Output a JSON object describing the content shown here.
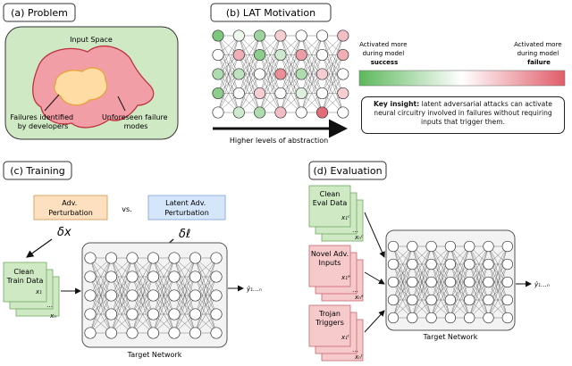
{
  "panel_a": {
    "title": "(a) Problem",
    "input_space_label": "Input Space",
    "known_failures_label": [
      "Failures identified",
      "by developers"
    ],
    "unforeseen_label": [
      "Unforeseen failure",
      "modes"
    ]
  },
  "panel_b": {
    "title": "(b) LAT Motivation",
    "axis_label": "Higher levels of abstraction",
    "success_label": [
      "Activated more",
      "during model",
      "success"
    ],
    "failure_label": [
      "Activated more",
      "during model",
      "failure"
    ],
    "insight_heading": "Key insight:",
    "insight_body": "latent adversarial attacks can activate neural circuitry involved in failures without requiring inputs that trigger them.",
    "colors": {
      "success": "#5cb85c",
      "neutral": "#ffffff",
      "failure": "#e05c6a"
    },
    "node_activations": [
      [
        0.8,
        0.1,
        0.6,
        -0.3,
        0.0,
        0.0,
        -0.4
      ],
      [
        0.0,
        -0.5,
        0.7,
        0.3,
        -0.6,
        0.0,
        -0.5
      ],
      [
        0.5,
        0.4,
        0.0,
        -0.7,
        0.5,
        -0.3,
        0.0
      ],
      [
        0.7,
        0.0,
        -0.3,
        0.0,
        0.2,
        0.0,
        -0.3
      ],
      [
        0.0,
        0.3,
        0.5,
        -0.4,
        0.0,
        -0.9,
        0.0
      ]
    ]
  },
  "panel_c": {
    "title": "(c) Training",
    "adv_label": [
      "Adv.",
      "Perturbation"
    ],
    "vs_label": "vs.",
    "latent_label": [
      "Latent Adv.",
      "Perturbation"
    ],
    "delta_x": "δx",
    "delta_l": "δℓ",
    "data_label": [
      "Clean",
      "Train Data"
    ],
    "data_x1": "x₁",
    "data_dots": "…",
    "data_xn": "xₙ",
    "output_label": "ŷ₁…ₙ",
    "network_label": "Target Network",
    "colors": {
      "adv": "#fde0c0",
      "latent": "#d5e6fa",
      "data": "#cfe9c4"
    }
  },
  "panel_d": {
    "title": "(d) Evaluation",
    "datasets": [
      {
        "lines": [
          "Clean",
          "Eval Data"
        ],
        "x1": "x₁ᶜ",
        "xn": "xₙᶜ",
        "color": "#cfe9c4"
      },
      {
        "lines": [
          "Novel Adv.",
          "Inputs"
        ],
        "x1": "x₁ᵃ",
        "xn": "xₙᵃ",
        "color": "#f6c9cb"
      },
      {
        "lines": [
          "Trojan",
          "Triggers"
        ],
        "x1": "x₁ᵗ",
        "xn": "xₙᵗ",
        "color": "#f6c9cb"
      }
    ],
    "data_dots": "…",
    "output_label": "ŷ₁…ₙ",
    "network_label": "Target Network"
  }
}
